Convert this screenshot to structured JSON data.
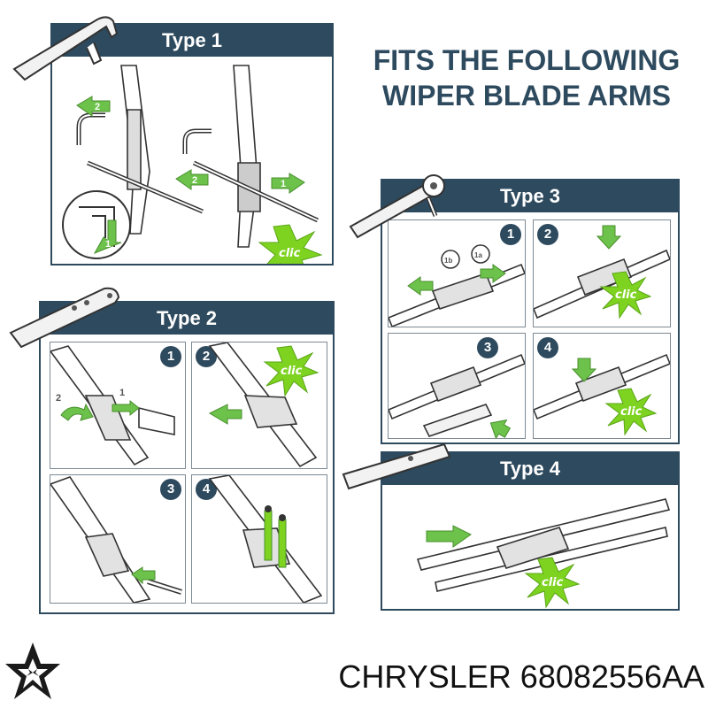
{
  "headline": {
    "line1": "FITS THE FOLLOWING",
    "line2": "WIPER BLADE ARMS"
  },
  "panels": {
    "type1": {
      "title": "Type 1",
      "arrow_labels": [
        "2",
        "1",
        "2",
        "1"
      ],
      "clic": "clic"
    },
    "type2": {
      "title": "Type 2",
      "steps": [
        "1",
        "2",
        "3",
        "4"
      ],
      "arrow_labels": [
        "2",
        "1"
      ],
      "clic": "clic"
    },
    "type3": {
      "title": "Type 3",
      "steps": [
        "1",
        "2",
        "3",
        "4"
      ],
      "clic": "clic",
      "mini_labels": [
        "1b",
        "1a"
      ]
    },
    "type4": {
      "title": "Type 4",
      "clic": "clic"
    }
  },
  "footer": {
    "brand": "CHRYSLER",
    "part_number": "68082556AA"
  },
  "colors": {
    "navy": "#2e4a5e",
    "green": "#6cc24a",
    "burst": "#7ed321",
    "logo": "#1a1a1a"
  },
  "logo": {
    "icon": "chrysler-pentastar-icon"
  }
}
